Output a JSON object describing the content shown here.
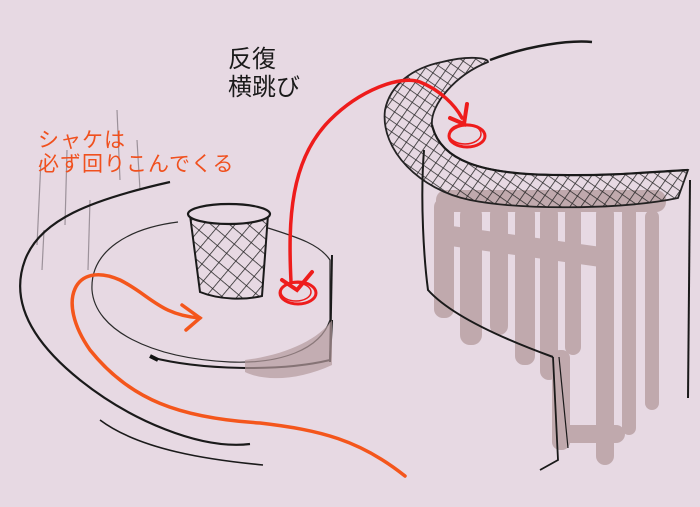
{
  "sketch": {
    "background_color": "#e7d9e3",
    "annotations": [
      {
        "id": "repeat-side-step",
        "lines": [
          "反復",
          "横跳び"
        ],
        "color": "#1a1a1a"
      },
      {
        "id": "salmon-circles-around",
        "lines": [
          "シャケは",
          "必ず回りこんでくる"
        ],
        "color": "#f0501e"
      }
    ],
    "label_black": "反復\n横跳び",
    "label_orange": "シャケは\n必ず回りこんでくる",
    "colors": {
      "ink": "#1a1a1a",
      "red_arrow": "#ee1c1c",
      "orange_arrow": "#f4561c",
      "shadow": "#b49a9e"
    },
    "objects": [
      "small-round-platform",
      "mesh-basket",
      "large-round-platform-with-mesh-rim",
      "red-jump-arrow",
      "orange-approach-arrows"
    ]
  }
}
